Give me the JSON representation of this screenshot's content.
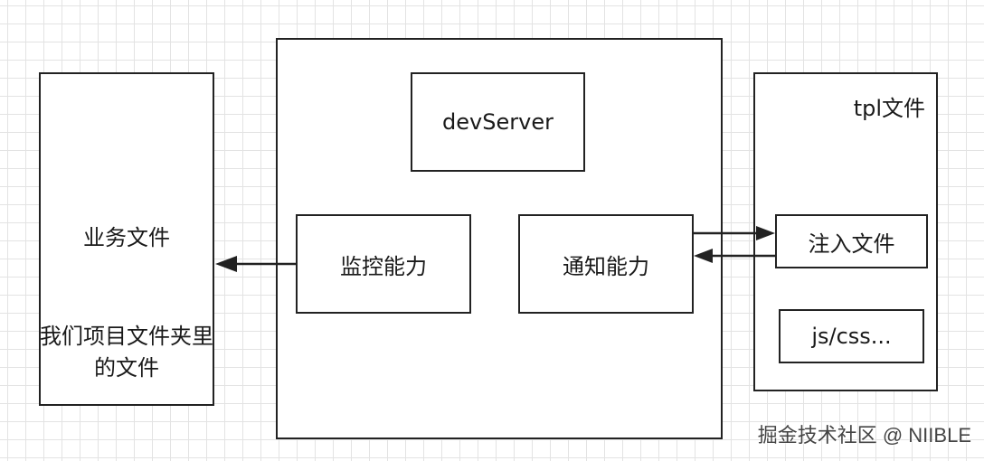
{
  "business_files": {
    "title": "业务文件",
    "note": "我们项目文件夹里的文件"
  },
  "center": {
    "dev_server": "devServer",
    "monitor": "监控能力",
    "notify": "通知能力"
  },
  "tpl_files": {
    "title": "tpl文件",
    "inject": "注入文件",
    "assets": "js/css..."
  },
  "watermark": "掘金技术社区 @ NIIBLE"
}
